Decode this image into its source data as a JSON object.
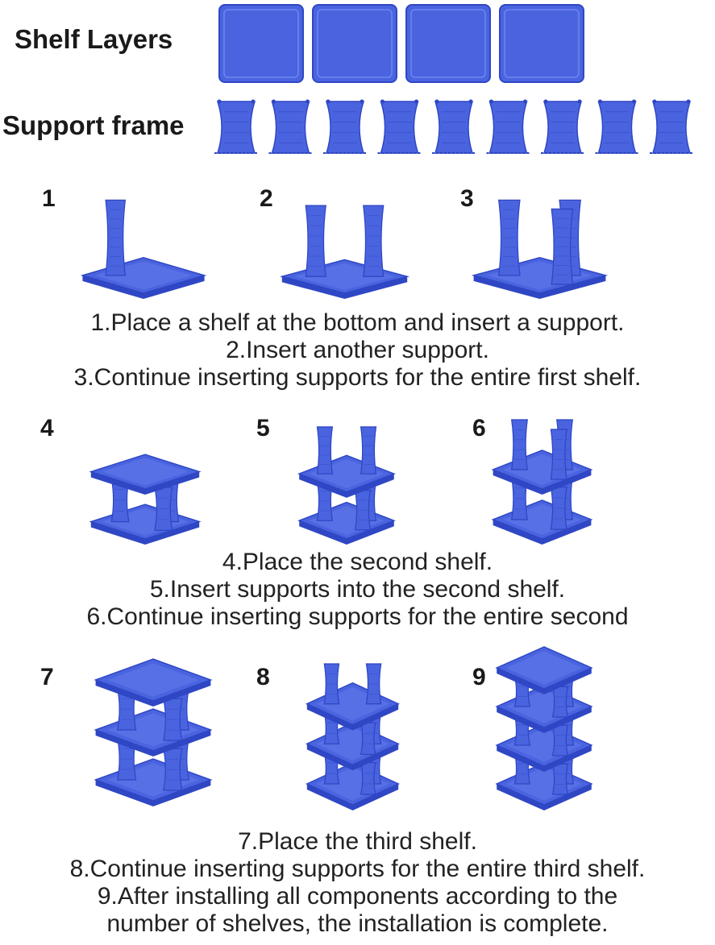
{
  "parts": {
    "shelf_label": "Shelf Layers",
    "support_label": "Support frame",
    "shelf_count": 4,
    "support_count": 9
  },
  "colors": {
    "blue": "#4a64e0",
    "blue_dark": "#2f47c4",
    "blue_light": "#6f86ee"
  },
  "steps": [
    {
      "number": "1",
      "shelves": 1,
      "supports": 1
    },
    {
      "number": "2",
      "shelves": 1,
      "supports": 2
    },
    {
      "number": "3",
      "shelves": 1,
      "supports": 3
    },
    {
      "number": "4",
      "shelves": 2,
      "supports": 3
    },
    {
      "number": "5",
      "shelves": 2,
      "supports": 5
    },
    {
      "number": "6",
      "shelves": 2,
      "supports": 6
    },
    {
      "number": "7",
      "shelves": 3,
      "supports": 6
    },
    {
      "number": "8",
      "shelves": 3,
      "supports": 8
    },
    {
      "number": "9",
      "shelves": 4,
      "supports": 9
    }
  ],
  "captions": {
    "group1": [
      "1.Place a shelf at the bottom and insert a support.",
      "2.Insert another support.",
      "3.Continue inserting supports for the entire first shelf."
    ],
    "group2": [
      "4.Place the second shelf.",
      "5.Insert supports into the second shelf.",
      "6.Continue inserting supports for the entire second"
    ],
    "group3": [
      "7.Place the third shelf.",
      "8.Continue inserting supports for the entire third shelf.",
      "9.After installing all components according to the",
      "number of shelves, the installation is complete."
    ]
  }
}
